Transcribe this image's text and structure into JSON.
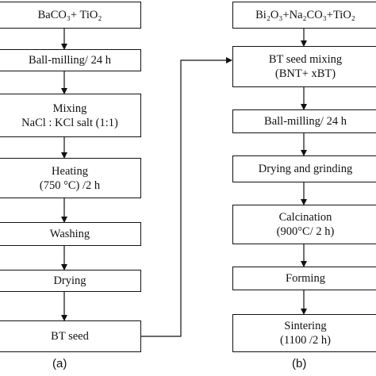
{
  "left_flow": {
    "step1": "BaCO₃+ TiO₂",
    "step2": "Ball-milling/ 24 h",
    "step3_line1": "Mixing",
    "step3_line2": "NaCl : KCl salt (1:1)",
    "step4_line1": "Heating",
    "step4_line2": "(750 °C) /2 h",
    "step5": "Washing",
    "step6": "Drying",
    "step7": "BT seed"
  },
  "right_flow": {
    "step1": "Bi₂O₃+Na₂CO₃+TiO₂",
    "step2_line1": "BT seed mixing",
    "step2_line2": "(BNT+ xBT)",
    "step3": "Ball-milling/ 24 h",
    "step4": "Drying and grinding",
    "step5_line1": "Calcination",
    "step5_line2": "(900°C/ 2 h)",
    "step6": "Forming",
    "step7_line1": "Sintering",
    "step7_line2": "(1100 /2 h)"
  },
  "labels": {
    "a": "(a)",
    "b": "(b)"
  }
}
